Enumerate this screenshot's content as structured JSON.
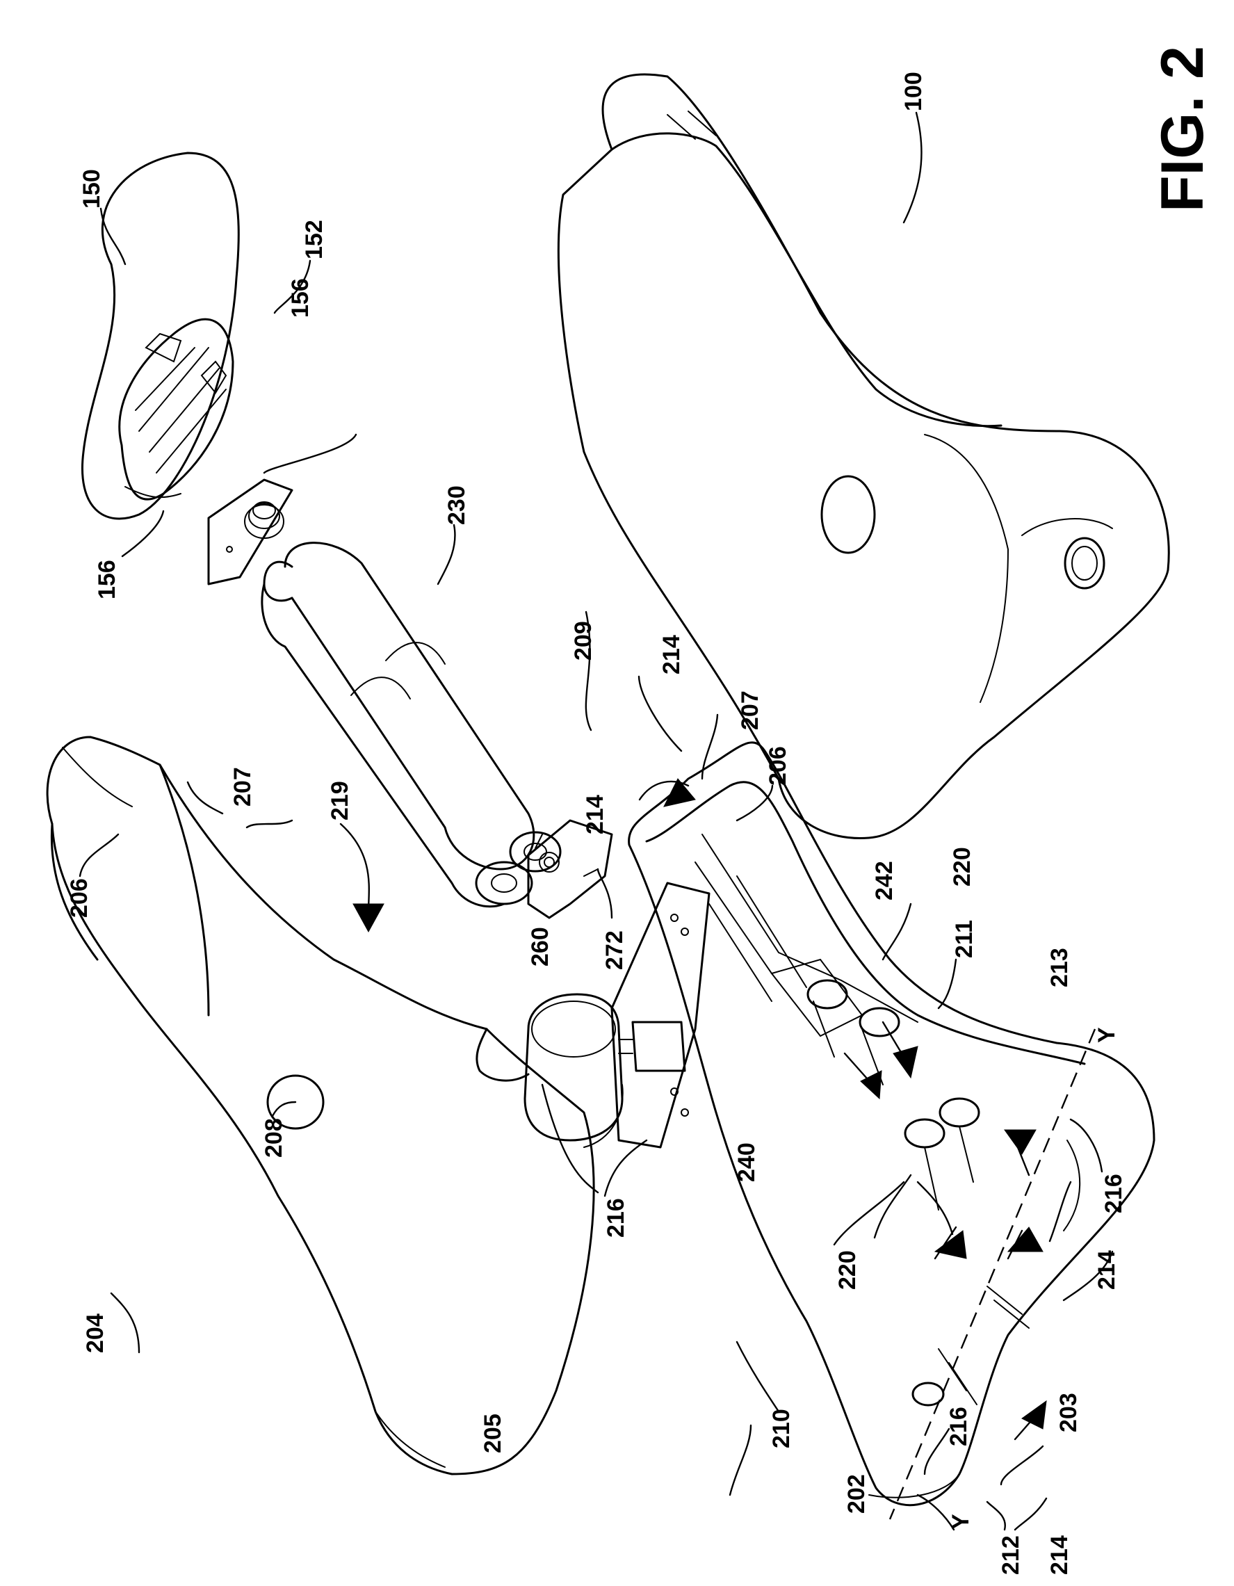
{
  "figure": {
    "title": "FIG. 2",
    "reference_labels": [
      "100",
      "150",
      "152",
      "156",
      "156",
      "202",
      "203",
      "204",
      "205",
      "206",
      "206",
      "207",
      "207",
      "208",
      "209",
      "210",
      "211",
      "212",
      "213",
      "214",
      "214",
      "214",
      "214",
      "216",
      "216",
      "216",
      "219",
      "220",
      "220",
      "230",
      "240",
      "242",
      "260",
      "272",
      "Y",
      "Y"
    ]
  }
}
